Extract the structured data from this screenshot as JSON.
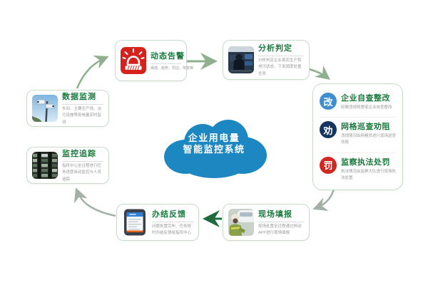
{
  "cloud": {
    "line1": "企业用电量",
    "line2": "智能监控系统",
    "color": "#1d87c2"
  },
  "nodes": [
    {
      "id": "data",
      "title": "数据监测",
      "desc": "车间、主要生产线、治污设施等用电量实时监测",
      "icon": "camera-photo"
    },
    {
      "id": "alert",
      "title": "动态告警",
      "desc": "阈值、趋势、周边、突变等",
      "icon": "alarm-icon"
    },
    {
      "id": "analyze",
      "title": "分析判定",
      "desc": "分析判定企业真实生产和排污状态，下发调度处置任务",
      "icon": "control-room-photo"
    },
    {
      "id": "report",
      "title": "现场填报",
      "desc": "现场处置全过程通过移动APP进行现场填报",
      "icon": "worker-photo"
    },
    {
      "id": "feedback",
      "title": "办结反馈",
      "desc": "问题处置完毕、任务按时办结反馈给指挥中心",
      "icon": "phone-icon"
    },
    {
      "id": "track",
      "title": "监控追踪",
      "desc": "指挥中心全过程进行任务进度自动监控与人员追踪",
      "icon": "video-wall-photo"
    }
  ],
  "panel": {
    "items": [
      {
        "badge": "改",
        "badge_color": "#3e8ed0",
        "title": "企业自查整改",
        "desc": "轻微违规将督促企业自查整改"
      },
      {
        "badge": "劝",
        "badge_color": "#14355f",
        "title": "网格巡查劝阻",
        "desc": "违规情况由网格员进行现场巡查劝阻"
      },
      {
        "badge": "罚",
        "badge_color": "#d3261f",
        "title": "监察执法处罚",
        "desc": "执法情况由监察大队进行现场执法处置"
      }
    ]
  },
  "palette": {
    "title_green": "#187a3c",
    "border_green": "#c6ddca",
    "cloud_blue": "#1d87c2",
    "alarm_red": "#d7211c",
    "arrow_sage": "#8fb08f",
    "arrow_gray": "#a3b0a5",
    "arrow_dark_green": "#1f6b3e",
    "phone_header_blue": "#2e7fd5",
    "phone_footer_orange": "#e2621b"
  }
}
